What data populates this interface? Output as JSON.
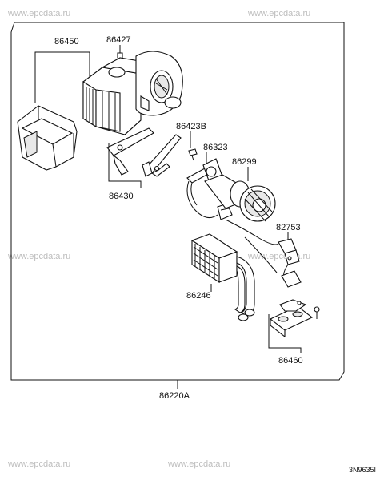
{
  "watermarks": [
    "www.epcdata.ru",
    "www.epcdata.ru",
    "www.epcdata.ru",
    "www.epcdata.ru",
    "www.epcdata.ru",
    "www.epcdata.ru"
  ],
  "parts": {
    "p86450": "86450",
    "p86427": "86427",
    "p86423b": "86423B",
    "p86323": "86323",
    "p86299": "86299",
    "p86430": "86430",
    "p82753": "82753",
    "p86246": "86246",
    "p86460": "86460",
    "p86220a": "86220A"
  },
  "diagram_code": "3N9635I"
}
